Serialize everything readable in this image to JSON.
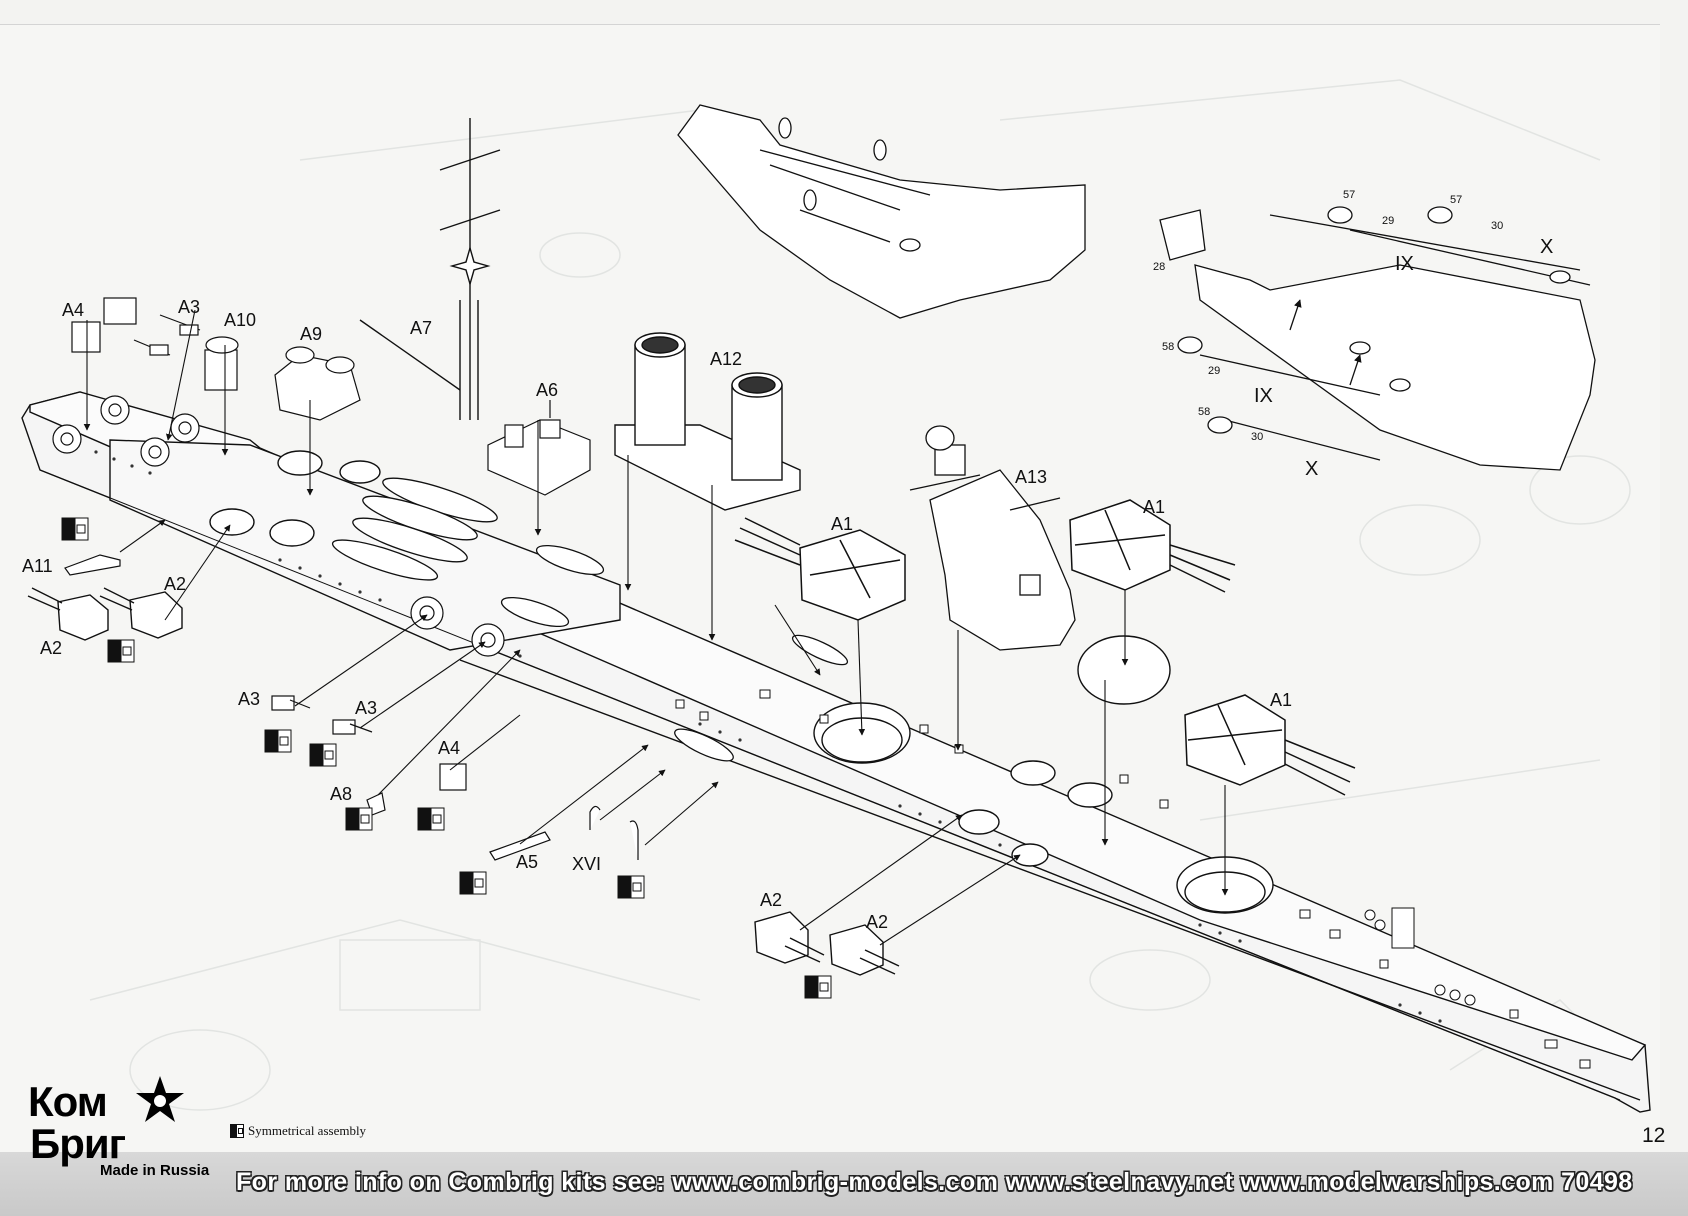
{
  "callouts": {
    "A1_a": "A1",
    "A1_b": "A1",
    "A1_c": "A1",
    "A2_a": "A2",
    "A2_b": "A2",
    "A2_c": "A2",
    "A2_d": "A2",
    "A3_a": "A3",
    "A3_b": "A3",
    "A3_c": "A3",
    "A4_a": "A4",
    "A4_b": "A4",
    "A5": "A5",
    "A6": "A6",
    "A7": "A7",
    "A8": "A8",
    "A9": "A9",
    "A10": "A10",
    "A11": "A11",
    "A12": "A12",
    "A13": "A13",
    "XVI": "XVI"
  },
  "propeller_detail": {
    "roman_IX_a": "IX",
    "roman_IX_b": "IX",
    "roman_X_a": "X",
    "roman_X_b": "X",
    "p57_a": "57",
    "p57_b": "57",
    "p58_a": "58",
    "p58_b": "58",
    "p29_a": "29",
    "p29_b": "29",
    "p30_a": "30",
    "p30_b": "30",
    "p28": "28"
  },
  "legend_text": "Symmetrical assembly",
  "page_number": "12",
  "footer_text": "For more info on Combrig kits see: www.combrig-models.com www.steelnavy.net  www.modelwarships.com  70498",
  "logo": {
    "line1": "Ком",
    "line2": "Бриг",
    "made_in": "Made in Russia"
  }
}
